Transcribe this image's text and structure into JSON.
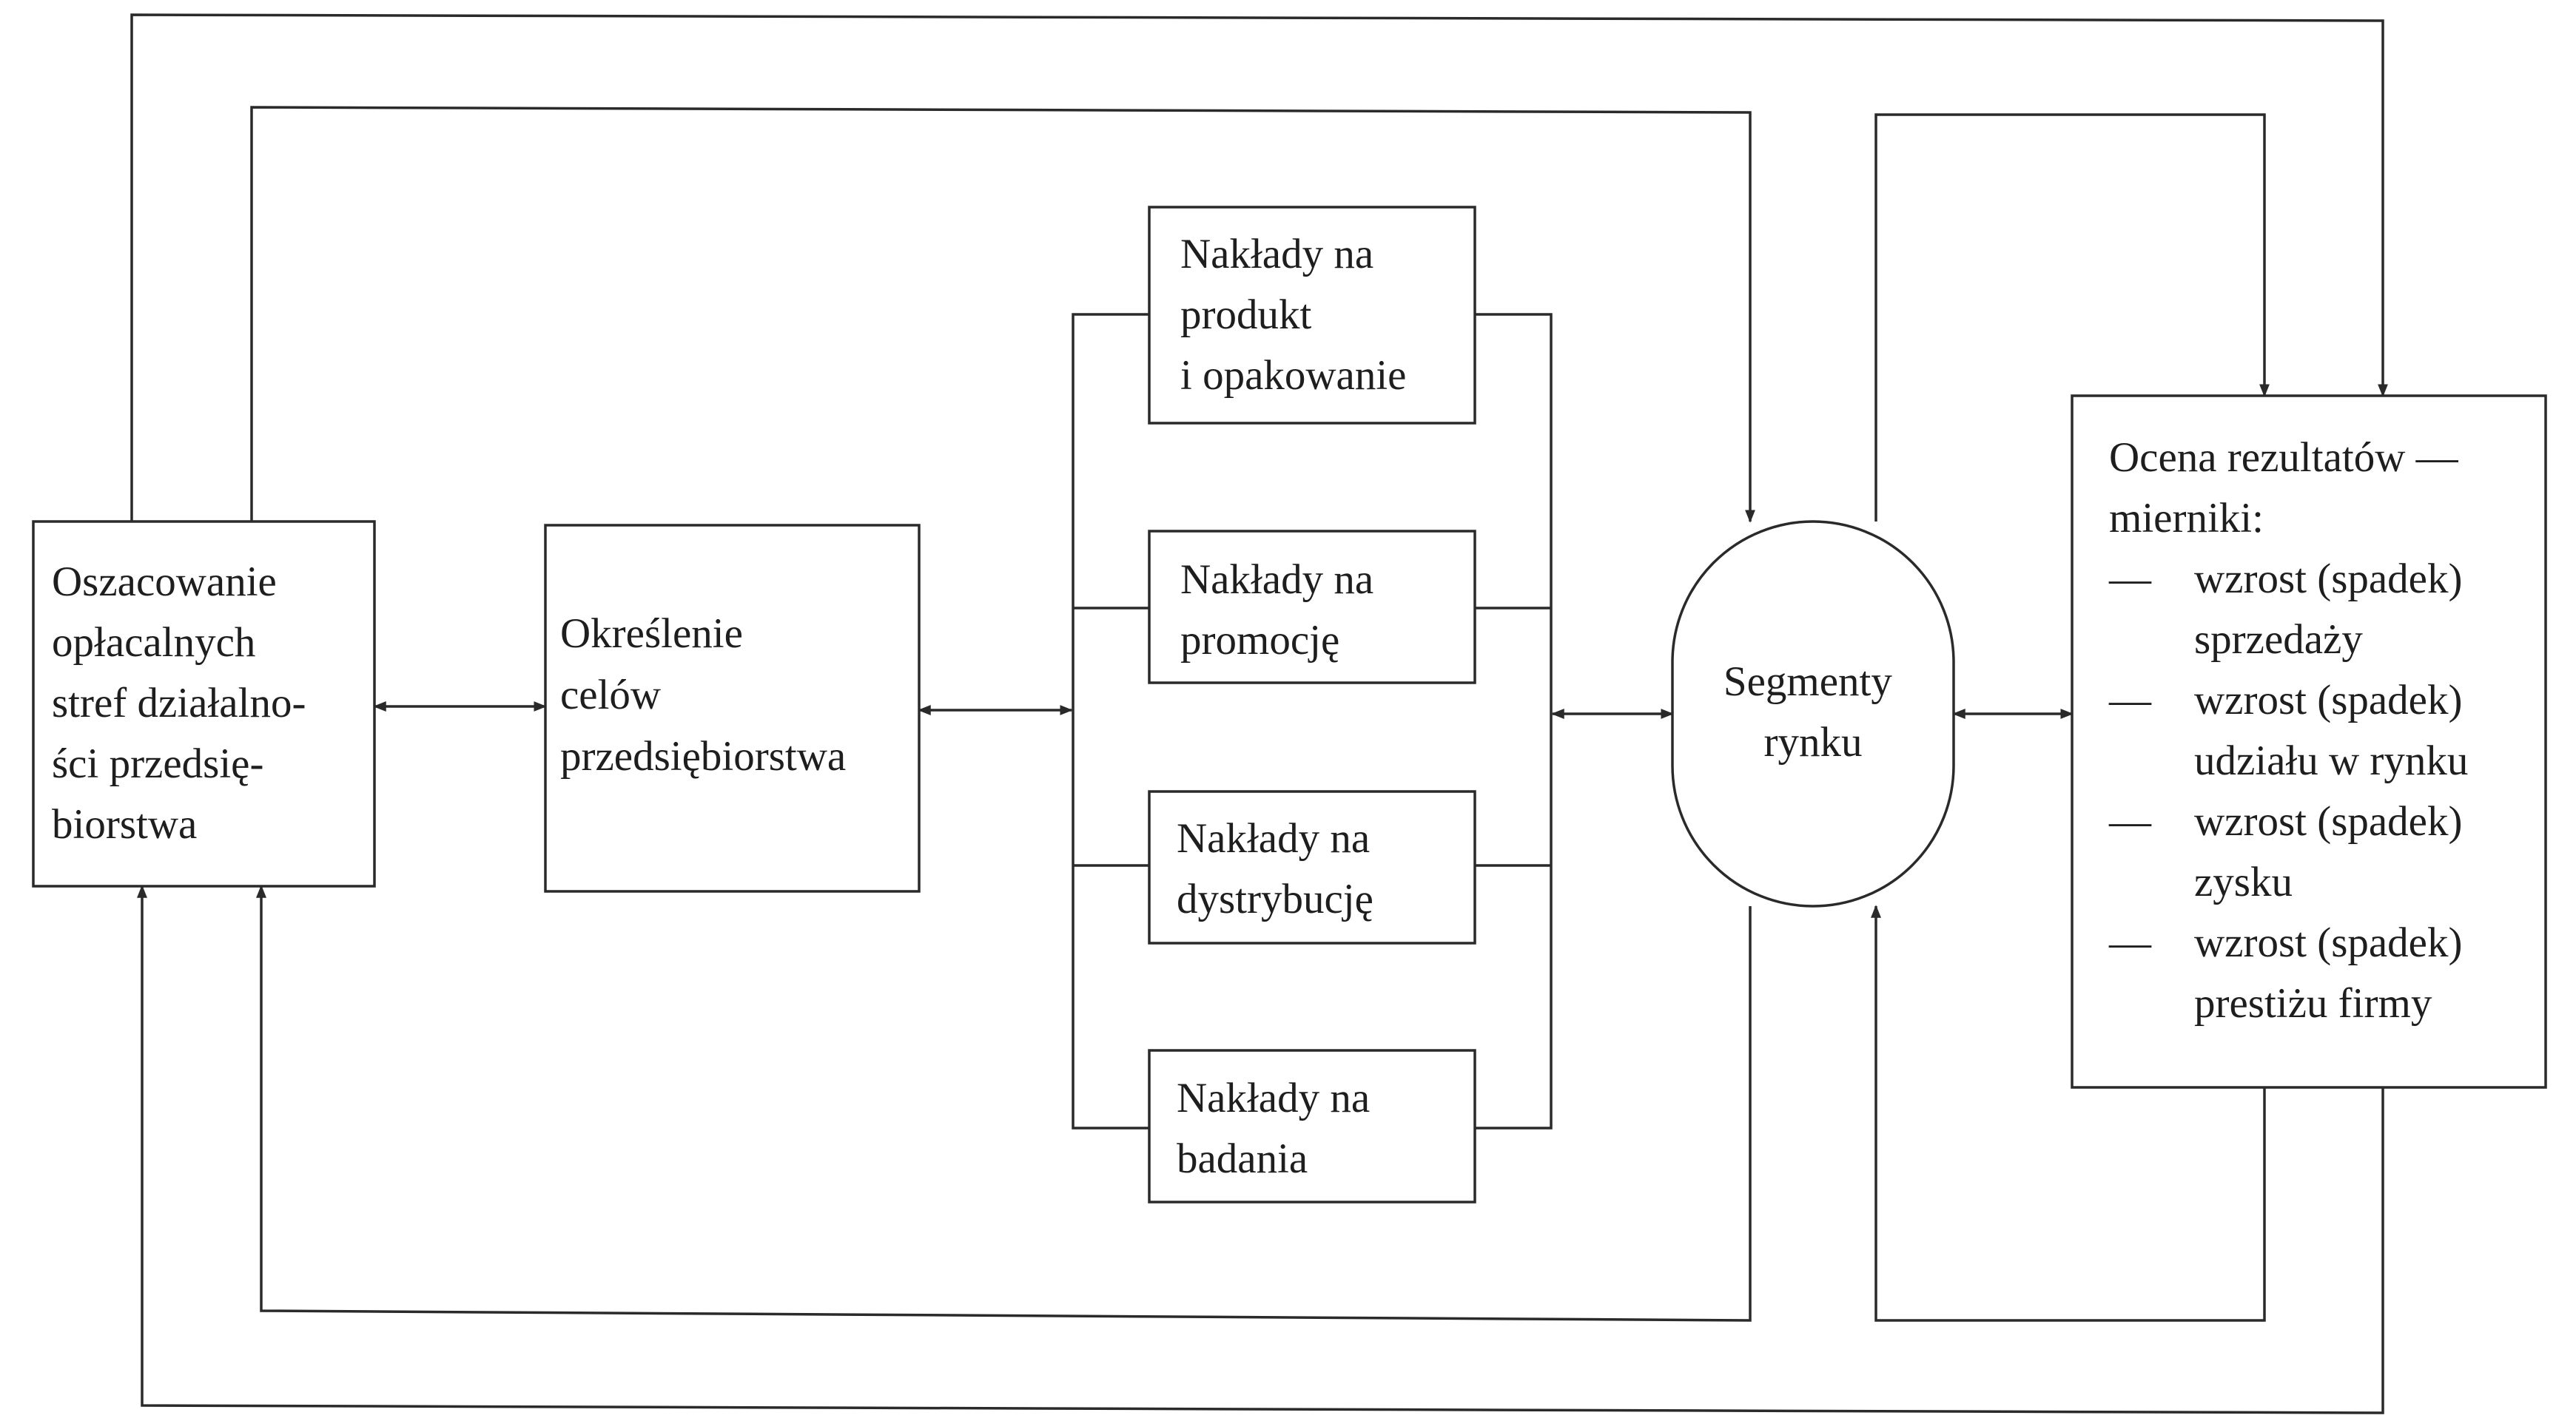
{
  "diagram": {
    "colors": {
      "ink": "#2a2a2a",
      "background": "#ffffff"
    },
    "nodes": {
      "oszacowanie": {
        "lines": [
          "Oszacowanie",
          "opłacalnych",
          "stref działalno-",
          "ści przedsię-",
          "biorstwa"
        ]
      },
      "okreslenie": {
        "lines": [
          "Określenie",
          "celów",
          "przedsiębiorstwa"
        ]
      },
      "naklady_produkt": {
        "lines": [
          "Nakłady na",
          "produkt",
          "i opakowanie"
        ]
      },
      "naklady_promocje": {
        "lines": [
          "Nakłady na",
          "promocję"
        ]
      },
      "naklady_dystrybucje": {
        "lines": [
          "Nakłady na",
          "dystrybucję"
        ]
      },
      "naklady_badania": {
        "lines": [
          "Nakłady na",
          "badania"
        ]
      },
      "segmenty": {
        "lines": [
          "Segmenty",
          "rynku"
        ]
      },
      "ocena": {
        "title_lines": [
          "Ocena rezultatów —",
          "mierniki:"
        ],
        "dash": "—",
        "items": [
          {
            "lines": [
              "wzrost (spadek)",
              "sprzedaży"
            ]
          },
          {
            "lines": [
              "wzrost (spadek)",
              "udziału w rynku"
            ]
          },
          {
            "lines": [
              "wzrost (spadek)",
              "zysku"
            ]
          },
          {
            "lines": [
              "wzrost (spadek)",
              "prestiżu firmy"
            ]
          }
        ]
      }
    }
  }
}
